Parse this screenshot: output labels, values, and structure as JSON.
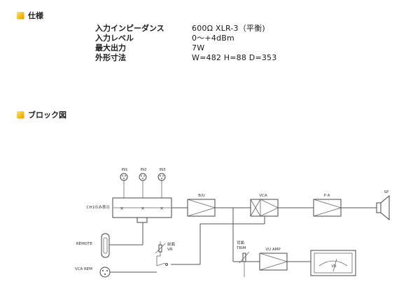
{
  "sections": {
    "spec_heading": "仕様",
    "block_heading": "ブロック図"
  },
  "specs": [
    {
      "label": "入力インピーダンス",
      "value": "600Ω XLR-3（平衡)"
    },
    {
      "label": "入力レベル",
      "value": "0～+4dBm"
    },
    {
      "label": "最大出力",
      "value": "7W"
    },
    {
      "label": "外形寸法",
      "value": "W=482  H=88  D=353"
    }
  ],
  "diagram": {
    "inputs": [
      "IN1",
      "IN2",
      "IN3"
    ],
    "mixer_label": "CH1のみ表示",
    "remote_label": "REMOTE",
    "vca_rem_label": "VCA REM",
    "vr_label_top": "前面",
    "vr_label": "VR",
    "trim_label_top": "背面",
    "trim_label": "TRIM",
    "bu_label": "B/U",
    "vca_label": "VCA",
    "pa_label": "P  A",
    "sp_label": "SP",
    "vu_amp_label": "VU AMP",
    "vu_label": "VU"
  },
  "icons": {
    "heading_icon": "yellow-square-bullet",
    "heading_color": "#f6b400"
  }
}
